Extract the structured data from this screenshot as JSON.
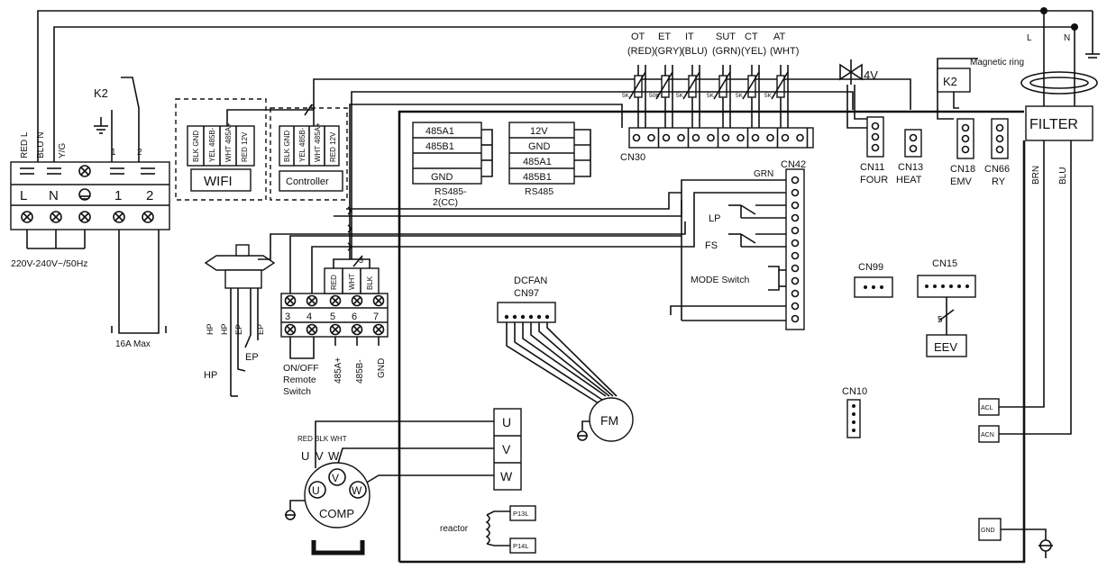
{
  "power": {
    "wire_labels": [
      "RED L",
      "BLU N",
      "Y/G",
      "1",
      "2"
    ],
    "terminal_labels": [
      "L",
      "N",
      "1",
      "2"
    ],
    "voltage": "220V-240V~/50Hz",
    "breaker": "16A Max",
    "relay": "K2",
    "ground": "⏚"
  },
  "wifi": {
    "label": "WIFI",
    "pins": [
      "BLK GND",
      "YEL 485B-",
      "WHT 485A+",
      "RED 12V"
    ]
  },
  "controller": {
    "label": "Controller",
    "pins": [
      "BLK GND",
      "YEL 485B-",
      "WHT 485A+",
      "RED 12V"
    ],
    "count": "4"
  },
  "rs485_cc": {
    "rows": [
      "485A1",
      "485B1",
      "",
      "GND"
    ],
    "label": "RS485-\n2(CC)"
  },
  "rs485": {
    "rows": [
      "12V",
      "GND",
      "485A1",
      "485B1"
    ],
    "label": "RS485"
  },
  "sensors": [
    {
      "name": "OT",
      "color": "(RED)",
      "value": "5K"
    },
    {
      "name": "ET",
      "color": "(GRY)",
      "value": "50K"
    },
    {
      "name": "IT",
      "color": "(BLU)",
      "value": "5K"
    },
    {
      "name": "SUT",
      "color": "(GRN)",
      "value": "5K"
    },
    {
      "name": "CT",
      "color": "(YEL)",
      "value": "5K"
    },
    {
      "name": "AT",
      "color": "(WHT)",
      "value": "5K"
    }
  ],
  "connectors": {
    "cn30": "CN30",
    "cn42": "CN42",
    "cn11": "CN11",
    "cn11_sub": "FOUR",
    "cn13": "CN13",
    "cn13_sub": "HEAT",
    "cn18": "CN18",
    "cn18_sub": "EMV",
    "cn66": "CN66",
    "cn66_sub": "RY",
    "cn99": "CN99",
    "cn15": "CN15",
    "cn10": "CN10",
    "cn97_a": "DCFAN",
    "cn97_b": "CN97"
  },
  "four_way_valve": "4V",
  "k2_relay": "K2",
  "magnetic_ring": "Magnetic ring",
  "filter": {
    "label": "FILTER",
    "in_l": "L",
    "in_n": "N",
    "out_brn": "BRN",
    "out_blu": "BLU"
  },
  "switches": {
    "grn": "GRN",
    "lp": "LP",
    "fs": "FS",
    "mode": "MODE Switch"
  },
  "eev": {
    "label": "EEV",
    "count": "5"
  },
  "pressure": {
    "hp": "HP",
    "ep": "EP",
    "pins": [
      "HP",
      "HP",
      "EP",
      "EP"
    ]
  },
  "terminal_block": {
    "numbers": [
      "3",
      "4",
      "5",
      "6",
      "7"
    ],
    "wire_colors": [
      "RED",
      "WHT",
      "BLK"
    ],
    "count": "3",
    "onoff": [
      "ON/OFF",
      "Remote",
      "Switch"
    ],
    "bottom": [
      "485A+",
      "485B-",
      "GND"
    ]
  },
  "fan_motor": "FM",
  "compressor": {
    "label": "COMP",
    "wire_colors": "RED BLK WHT",
    "phases": [
      "U",
      "V",
      "W"
    ],
    "terminals": [
      "U",
      "V",
      "W"
    ]
  },
  "uvw_box": [
    "U",
    "V",
    "W"
  ],
  "reactor": {
    "label": "reactor",
    "p13": "P13L",
    "p14": "P14L"
  },
  "board_terminals": {
    "acl": "ACL",
    "acn": "ACN",
    "gnd": "GND"
  }
}
